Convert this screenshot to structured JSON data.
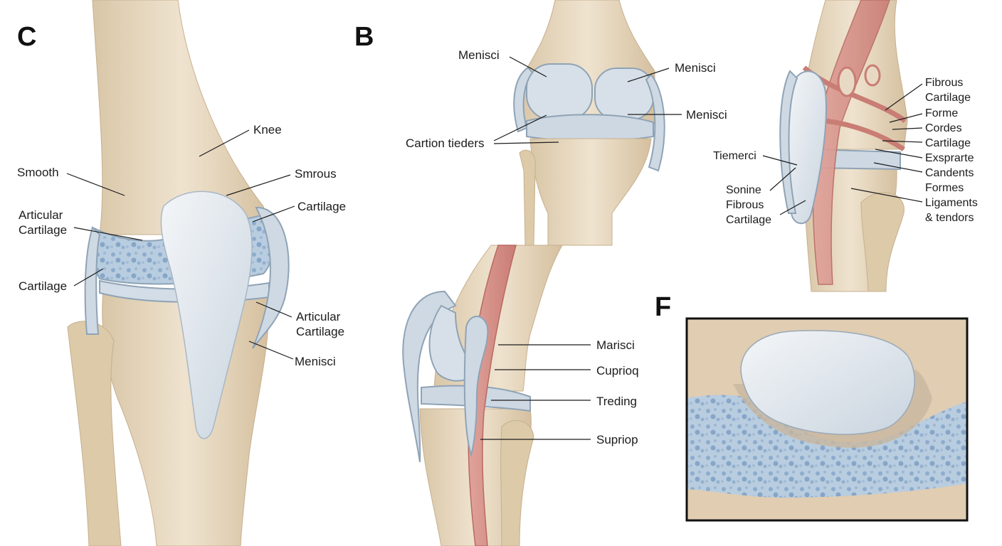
{
  "panels": {
    "c": {
      "letter": "C",
      "labels": [
        "Knee",
        "Smooth",
        "Smrous",
        "Cartilage",
        "Articular",
        "Cartilage",
        "Cartilage",
        "Articular",
        "Cartilage",
        "Menisci"
      ]
    },
    "b": {
      "letter": "B",
      "labels": [
        "Menisci",
        "Menisci",
        "Menisci",
        "Cartion tieders"
      ]
    },
    "side": {
      "labels_left": [
        "Tiemerci",
        "Sonine",
        "Fibrous",
        "Cartilage"
      ],
      "labels_right": [
        "Fibrous",
        "Cartilage",
        "Forme",
        "Cordes",
        "Cartilage",
        "Exsprarte",
        "Candents",
        "Formes",
        "Ligaments",
        "& tendors"
      ]
    },
    "mid": {
      "labels": [
        "Marisci",
        "Cuprioq",
        "Treding",
        "Supriop"
      ]
    },
    "f": {
      "letter": "F"
    }
  },
  "colors": {
    "bone": "#e6d6bd",
    "bone_shade": "#cdb89a",
    "cartilage": "#dfe6ee",
    "cartilage_edge": "#8fa3b6",
    "ligament": "#d9928a",
    "ligament_edge": "#b86a62"
  }
}
